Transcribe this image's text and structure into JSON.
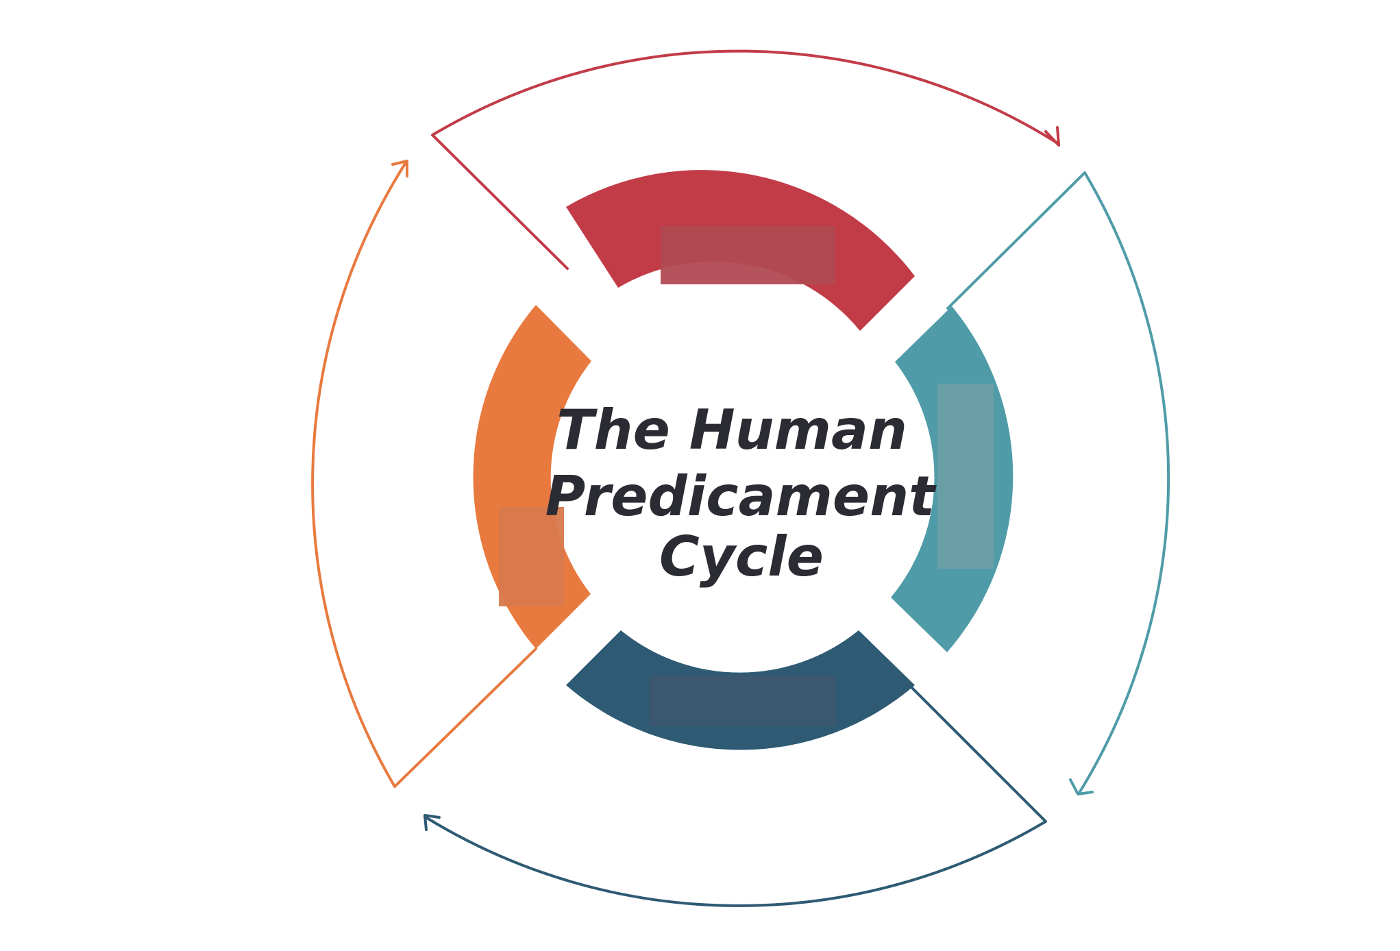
{
  "title": {
    "line1": "The Human",
    "line2": "Predicament",
    "line3": "Cycle"
  },
  "colors": {
    "red": "#c23c48",
    "teal": "#4f9ca8",
    "navy": "#2e5a73",
    "orange": "#e87a3f",
    "text": "#2b2b33",
    "background": "#ffffff"
  },
  "segments": [
    {
      "id": "top",
      "color_key": "red",
      "label": ""
    },
    {
      "id": "right",
      "color_key": "teal",
      "label": ""
    },
    {
      "id": "bottom",
      "color_key": "navy",
      "label": ""
    },
    {
      "id": "left",
      "color_key": "orange",
      "label": ""
    }
  ],
  "arrows": [
    {
      "from": "top",
      "to": "right",
      "color_key": "red"
    },
    {
      "from": "right",
      "to": "bottom",
      "color_key": "teal"
    },
    {
      "from": "bottom",
      "to": "left",
      "color_key": "navy"
    },
    {
      "from": "left",
      "to": "top",
      "color_key": "orange"
    }
  ]
}
